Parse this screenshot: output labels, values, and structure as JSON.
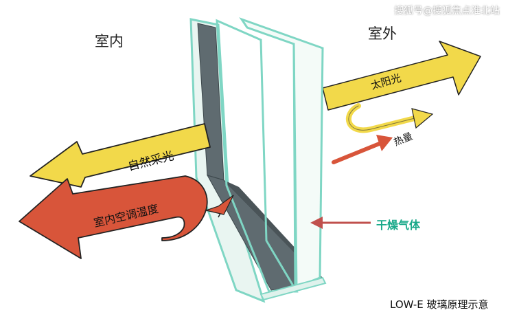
{
  "watermark": "搜狐号@搜狐焦点淮北站",
  "labels": {
    "indoor": "室内",
    "outdoor": "室外",
    "sunlight": "太阳光",
    "heat": "热量",
    "natural_light": "自然采光",
    "indoor_ac_temp": "室内空调温度",
    "dry_gas": "干燥气体"
  },
  "caption": "LOW-E 玻璃原理示意",
  "colors": {
    "yellow_arrow": "#f2d94a",
    "red_arrow": "#d8553a",
    "glass_edge": "#7fd6c4",
    "spacer_gray": "#5f6b70",
    "gas_text": "#1aa98a"
  }
}
